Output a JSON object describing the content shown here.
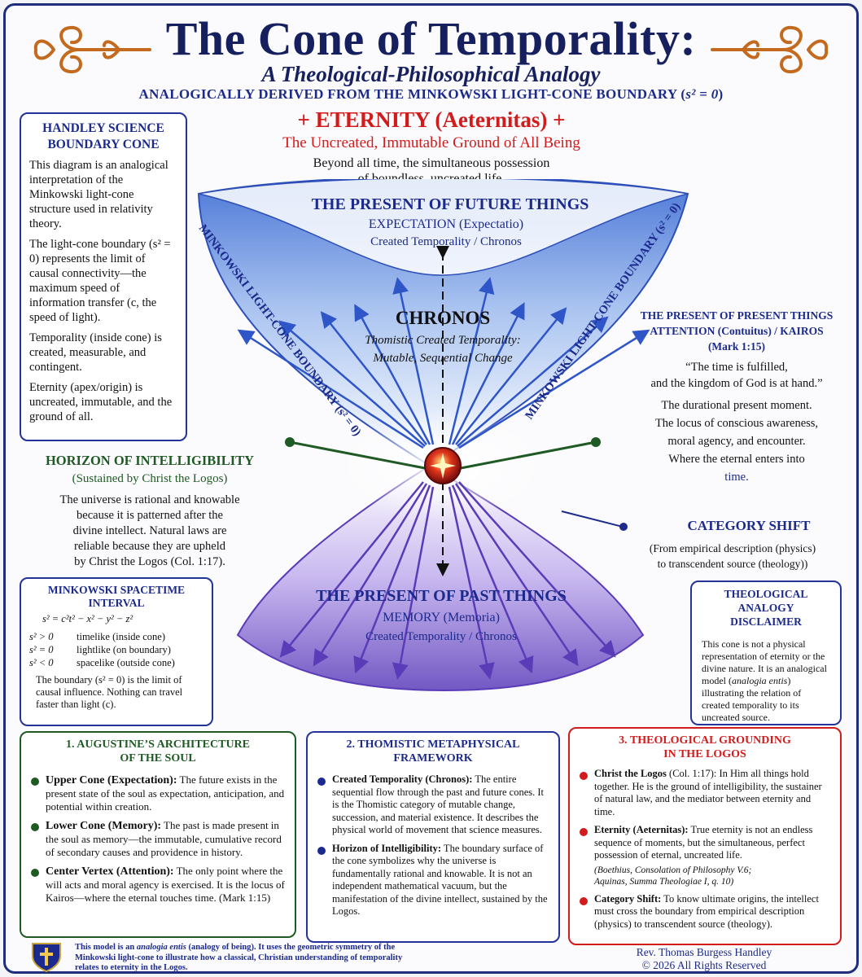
{
  "header": {
    "title": "The Cone of Temporality:",
    "subtitle": "A Theological-Philosophical Analogy",
    "derived_prefix": "ANALOGICALLY DERIVED FROM THE MINKOWSKI LIGHT-CONE BOUNDARY (",
    "derived_formula": "s² = 0",
    "derived_suffix": ")"
  },
  "eternity": {
    "heading": "+ ETERNITY (Aeternitas) +",
    "subheading": "The Uncreated, Immutable Ground of All Being",
    "line1": "Beyond all time, the simultaneous possession",
    "line2": "of boundless, uncreated life."
  },
  "upper_cone": {
    "title": "THE PRESENT OF FUTURE THINGS",
    "subtitle": "EXPECTATION (Expectatio)",
    "caption": "Created Temporality / Chronos",
    "chronos": "CHRONOS",
    "chronos_line1": "Thomistic Created Temporality:",
    "chronos_line2": "Mutable, Sequential Change",
    "left_boundary": "MINKOWSKI LIGHT-CONE BOUNDARY (s² = 0)",
    "right_boundary": "MINKOWSKI LIGHT-CONE BOUNDARY (s² = 0)"
  },
  "lower_cone": {
    "title": "THE PRESENT OF PAST THINGS",
    "subtitle": "MEMORY (Memoria)",
    "caption": "Created Temporality / Chronos"
  },
  "handley_box": {
    "title_line1": "HANDLEY SCIENCE",
    "title_line2": "BOUNDARY CONE",
    "p1": "This diagram is an analogical interpretation of the Minkowski light-cone structure used in relativity theory.",
    "p2": "The light-cone boundary (s² = 0) represents the limit of causal connectivity—the maximum speed of information transfer (c, the speed of light).",
    "p3": "Temporality (inside cone) is created, measurable, and contingent.",
    "p4": "Eternity (apex/origin) is uncreated, immutable, and the ground of all."
  },
  "present_box": {
    "title_line1": "THE PRESENT OF PRESENT THINGS",
    "title_line2": "ATTENTION (Contuitus) / KAIROS",
    "title_line3": "(Mark 1:15)",
    "quote_line1": "“The time is fulfilled,",
    "quote_line2": "and the kingdom of God is at hand.”",
    "line1": "The durational present moment.",
    "line2": "The locus of conscious awareness,",
    "line3": "moral agency, and encounter.",
    "line4": "Where the eternal enters into",
    "line5": "time."
  },
  "horizon": {
    "title": "HORIZON OF INTELLIGIBILITY",
    "subtitle": "(Sustained by Christ the Logos)",
    "line1": "The universe is rational and knowable",
    "line2": "because it is patterned after the",
    "line3": "divine intellect. Natural laws are",
    "line4": "reliable because they are upheld",
    "line5": "by Christ the Logos (Col. 1:17)."
  },
  "category_shift": {
    "title": "CATEGORY SHIFT",
    "line1": "(From empirical description (physics)",
    "line2": "to transcendent source (theology))"
  },
  "interval_box": {
    "title_line1": "MINKOWSKI SPACETIME",
    "title_line2": "INTERVAL",
    "formula": "s² = c²t² − x² − y² − z²",
    "rows": [
      {
        "cond": "s² > 0",
        "desc": "timelike (inside cone)"
      },
      {
        "cond": "s² = 0",
        "desc": "lightlike (on boundary)"
      },
      {
        "cond": "s² < 0",
        "desc": "spacelike (outside cone)"
      }
    ],
    "note": "The boundary (s² = 0) is the limit of causal influence. Nothing can travel faster than light (c)."
  },
  "disclaimer_box": {
    "title_line1": "THEOLOGICAL ANALOGY",
    "title_line2": "DISCLAIMER",
    "text_before": "This cone is not a physical representation of eternity or the divine nature. It is an analogical model (",
    "text_italic": "analogia entis",
    "text_after": ") illustrating the relation of created temporality to its uncreated source."
  },
  "augustine_box": {
    "title_line1": "1. AUGUSTINE’S ARCHITECTURE",
    "title_line2": "OF THE SOUL",
    "items": [
      {
        "head": "Upper Cone (Expectation):",
        "text": " The future exists in the present state of the soul as expectation, anticipation, and potential within creation."
      },
      {
        "head": "Lower Cone (Memory):",
        "text": " The past is made present in the soul as memory—the immutable, cumulative record of secondary causes and providence in history."
      },
      {
        "head": "Center Vertex (Attention):",
        "text": " The only point where the will acts and moral agency is exercised. It is the locus of Kairos—where the eternal touches time. (Mark 1:15)"
      }
    ]
  },
  "thomistic_box": {
    "title_line1": "2. THOMISTIC METAPHYSICAL",
    "title_line2": "FRAMEWORK",
    "items": [
      {
        "head": "Created Temporality (Chronos):",
        "text": " The entire sequential flow through the past and future cones. It is the Thomistic category of mutable change, succession, and material existence. It describes the physical world of movement that science measures."
      },
      {
        "head": "Horizon of Intelligibility:",
        "text": " The boundary surface of the cone symbolizes why the universe is fundamentally rational and knowable. It is not an independent mathematical vacuum, but the manifestation of the divine intellect, sustained by the Logos."
      }
    ]
  },
  "grounding_box": {
    "title_line1": "3. THEOLOGICAL GROUNDING",
    "title_line2": "IN THE LOGOS",
    "items": [
      {
        "head": "Christ the Logos",
        "text": " (Col. 1:17): In Him all things hold together. He is the ground of intelligibility, the sustainer of natural law, and the mediator between eternity and time."
      },
      {
        "head": "Eternity (Aeternitas):",
        "text": " True eternity is not an endless sequence of moments, but the simultaneous, perfect possession of eternal, uncreated life."
      },
      {
        "head": "Category Shift:",
        "text": " To know ultimate origins, the intellect must cross the boundary from empirical description (physics) to transcendent source (theology)."
      }
    ],
    "citation_line1": "(Boethius, Consolation of Philosophy V.6;",
    "citation_line2": "Aquinas, Summa Theologiae I, q. 10)"
  },
  "footer": {
    "note_before": "This model is an ",
    "note_italic": "analogia entis",
    "note_after": " (analogy of being). It uses the geometric symmetry of the Minkowski light-cone to illustrate how a classical, Christian understanding of temporality relates to eternity in the Logos.",
    "author": "Rev. Thomas Burgess Handley",
    "copyright": "© 2026 All Rights Reserved"
  },
  "colors": {
    "navy": "#1b2a8c",
    "red": "#d21b1b",
    "green": "#1f5a24",
    "ornament": "#c46a1e"
  }
}
